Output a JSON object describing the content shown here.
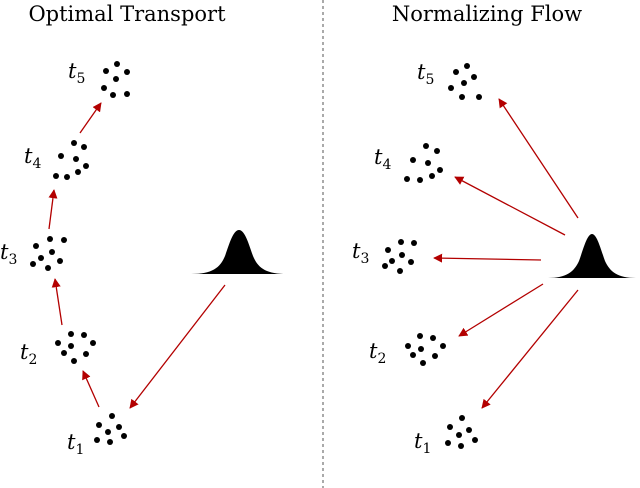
{
  "panels": {
    "left": {
      "title": "Optimal Transport",
      "times": [
        {
          "letter": "t",
          "sub": "1"
        },
        {
          "letter": "t",
          "sub": "2"
        },
        {
          "letter": "t",
          "sub": "3"
        },
        {
          "letter": "t",
          "sub": "4"
        },
        {
          "letter": "t",
          "sub": "5"
        }
      ]
    },
    "right": {
      "title": "Normalizing Flow",
      "times": [
        {
          "letter": "t",
          "sub": "1"
        },
        {
          "letter": "t",
          "sub": "2"
        },
        {
          "letter": "t",
          "sub": "3"
        },
        {
          "letter": "t",
          "sub": "4"
        },
        {
          "letter": "t",
          "sub": "5"
        }
      ]
    }
  },
  "colors": {
    "arrow": "#b30000",
    "dot": "#000000",
    "gaussian": "#000000"
  }
}
